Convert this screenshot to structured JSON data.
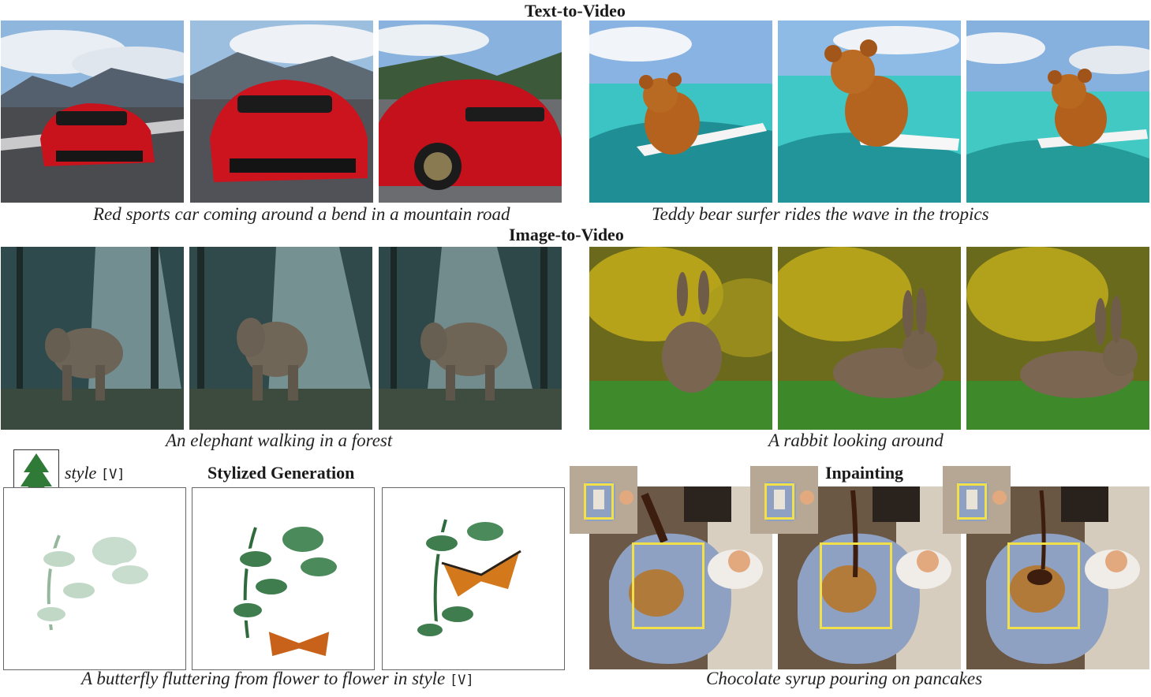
{
  "sections": {
    "t2v_title": "Text-to-Video",
    "i2v_title": "Image-to-Video",
    "stylized_title": "Stylized Generation",
    "inpainting_title": "Inpainting"
  },
  "captions": {
    "car": "Red sports car coming around a bend in a mountain road",
    "teddy": "Teddy bear surfer rides the wave in the tropics",
    "elephant": "An elephant walking in a forest",
    "rabbit": "A rabbit looking around",
    "butterfly_prefix": "A butterfly fluttering from flower to flower in style",
    "butterfly_token": "[V]",
    "pancakes": "Chocolate syrup pouring on pancakes"
  },
  "style_ref": {
    "label": "style",
    "token": "[V]",
    "icon": "pine-tree-icon"
  },
  "colors": {
    "mask_box": "#f2e04b",
    "car_red": "#c8121c",
    "water": "#3cc4c4",
    "bear": "#b4621e",
    "forest": "#2f4a4c",
    "meadow_yellow": "#c9b21a",
    "grass": "#3f8a2a",
    "sticker_leaf": "#3f7d4e",
    "butterfly": "#d4781c",
    "plate": "#8fa1c2"
  }
}
